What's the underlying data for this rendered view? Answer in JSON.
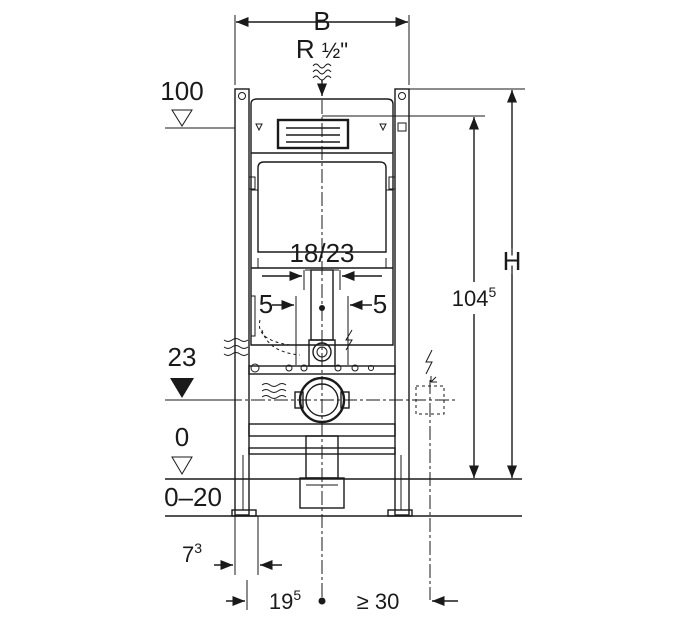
{
  "labels": {
    "width": "B",
    "water_connection": "R",
    "water_connection_size": "½\"",
    "height": "H",
    "height_104": "104",
    "height_104_sup": "5",
    "level_100": "100",
    "level_23": "23",
    "level_0": "0",
    "level_range": "0–20",
    "bolt_spacing": "18/23",
    "offset_left": "5",
    "offset_right": "5",
    "depth_7": "7",
    "depth_7_sup": "3",
    "depth_19": "19",
    "depth_19_sup": "5",
    "min_30": "≥ 30"
  }
}
